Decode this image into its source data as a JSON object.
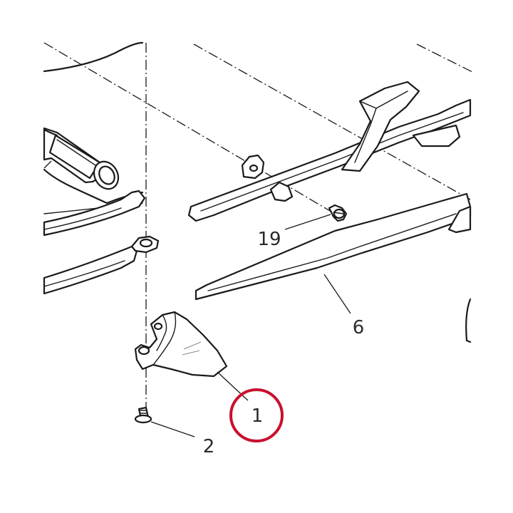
{
  "callouts": [
    {
      "id": "1",
      "label": "1",
      "highlighted": true
    },
    {
      "id": "2",
      "label": "2",
      "highlighted": false
    },
    {
      "id": "6",
      "label": "6",
      "highlighted": false
    },
    {
      "id": "19",
      "label": "19",
      "highlighted": false
    }
  ],
  "colors": {
    "line": "#1a1a1a",
    "highlight": "#c8102e",
    "background": "#ffffff"
  }
}
